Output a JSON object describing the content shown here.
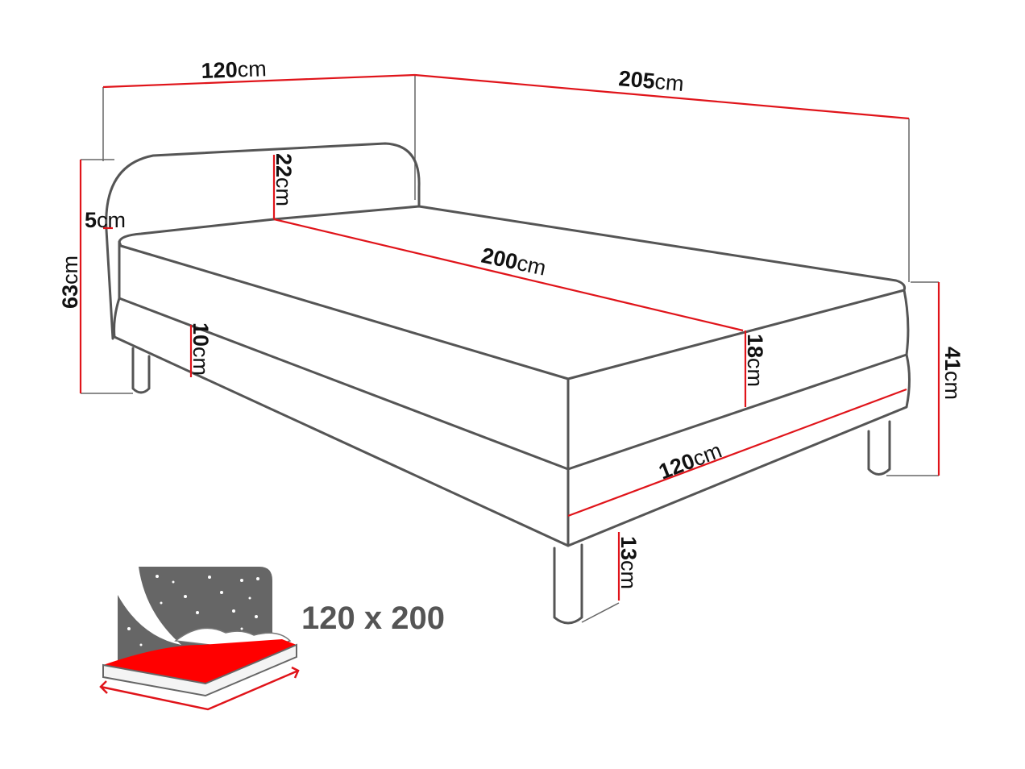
{
  "dimensions": {
    "headboard_width": {
      "num": "120",
      "unit": "cm"
    },
    "total_length": {
      "num": "205",
      "unit": "cm"
    },
    "headboard_height_above": {
      "num": "22",
      "unit": "cm"
    },
    "headboard_thickness": {
      "num": "5",
      "unit": "cm"
    },
    "total_height": {
      "num": "63",
      "unit": "cm"
    },
    "mattress_length": {
      "num": "200",
      "unit": "cm"
    },
    "base_height": {
      "num": "10",
      "unit": "cm"
    },
    "mattress_height": {
      "num": "18",
      "unit": "cm"
    },
    "bed_height": {
      "num": "41",
      "unit": "cm"
    },
    "front_width": {
      "num": "120",
      "unit": "cm"
    },
    "leg_height": {
      "num": "13",
      "unit": "cm"
    }
  },
  "badge": {
    "size_label": "120 x 200"
  },
  "colors": {
    "outline": "#555555",
    "dimension": "#e0141a",
    "badge_bg": "#666666",
    "sheet": "#ff0000"
  }
}
